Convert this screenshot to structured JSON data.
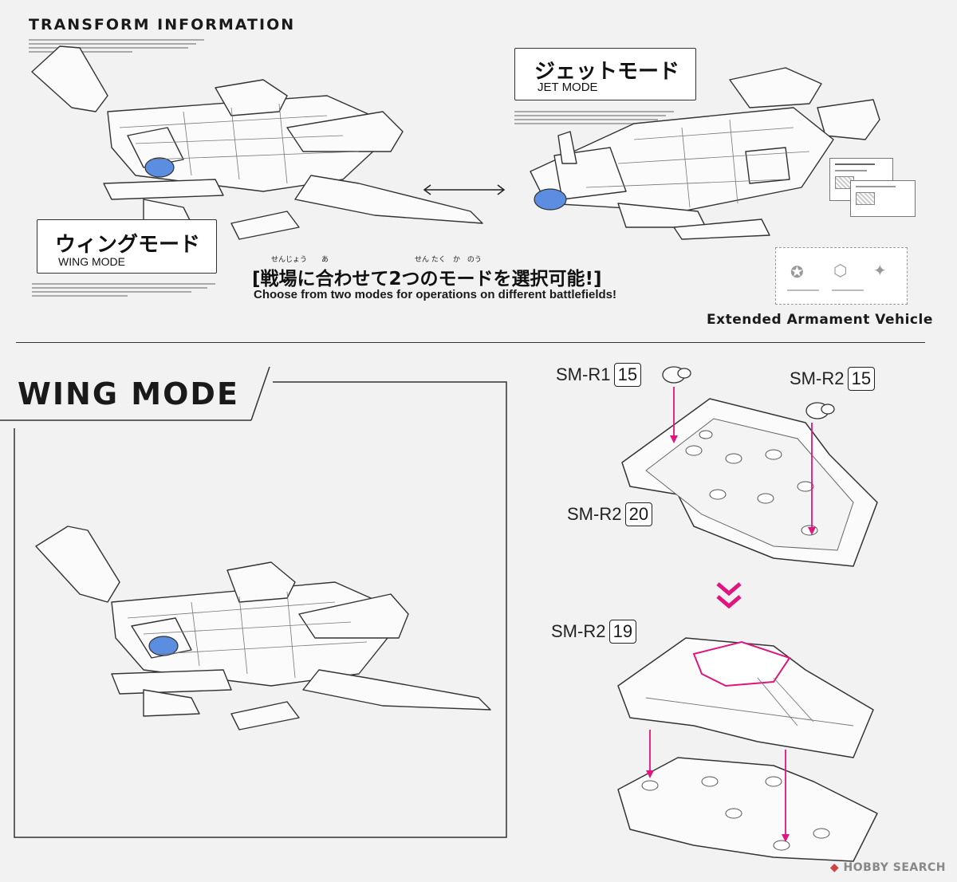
{
  "header": {
    "title": "TRANSFORM INFORMATION",
    "tagline_jp": "[戦場に合わせて2つのモードを選択可能!]",
    "tagline_furigana": "せんじょう　　あ　　　　　　　　　　　　せん たく　か　のう",
    "tagline_en": "Choose from two modes for operations on different battlefields!",
    "subtitle": "Extended Armament Vehicle"
  },
  "jet_mode": {
    "label_jp": "ジェットモード",
    "label_en": "JET MODE"
  },
  "wing_mode_top": {
    "label_jp": "ウィングモード",
    "label_en": "WING MODE"
  },
  "section": {
    "title": "WING MODE"
  },
  "parts": [
    {
      "label": "SM-R1",
      "number": "15"
    },
    {
      "label": "SM-R2",
      "number": "15"
    },
    {
      "label": "SM-R2",
      "number": "20"
    },
    {
      "label": "SM-R2",
      "number": "19"
    }
  ],
  "watermark": {
    "text": "HOBBY SEARCH"
  },
  "colors": {
    "accent": "#e0157f",
    "ink": "#1a1a1a",
    "paper": "#f3f2f3",
    "canopy": "#5b8de0"
  }
}
